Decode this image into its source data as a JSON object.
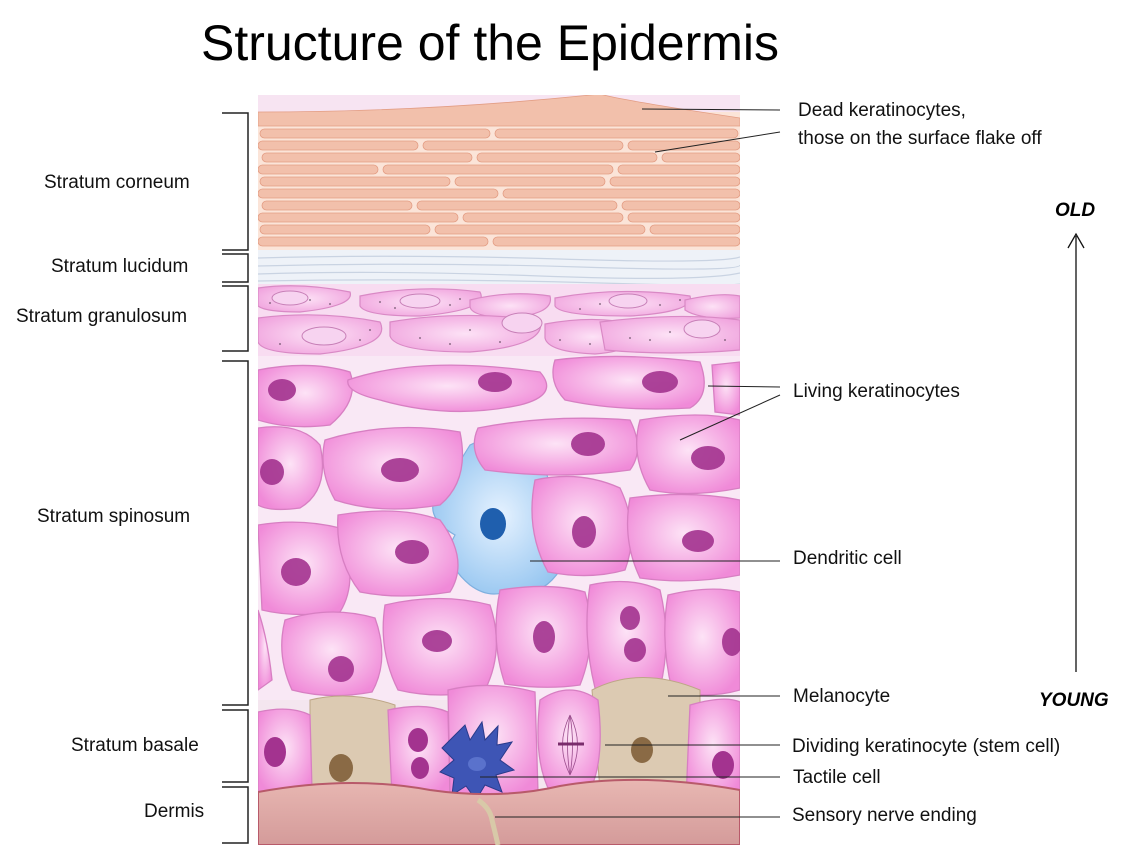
{
  "title": "Structure of the Epidermis",
  "layers": [
    {
      "label": "Stratum corneum"
    },
    {
      "label": "Stratum lucidum"
    },
    {
      "label": "Stratum granulosum"
    },
    {
      "label": "Stratum spinosum"
    },
    {
      "label": "Stratum basale"
    },
    {
      "label": "Dermis"
    }
  ],
  "callouts": {
    "dead_line1": "Dead keratinocytes,",
    "dead_line2": "those on the surface flake off",
    "living": "Living keratinocytes",
    "dendritic": "Dendritic cell",
    "melanocyte": "Melanocyte",
    "dividing": "Dividing keratinocyte (stem cell)",
    "tactile": "Tactile cell",
    "sensory": "Sensory nerve ending"
  },
  "axis": {
    "top": "OLD",
    "bottom": "YOUNG"
  },
  "colors": {
    "corneum": "#f2c7b3",
    "lucidum": "#e6ecf4",
    "granulosum": "#f3b8e6",
    "spinosum": "#f4a8e8",
    "nucleus": "#a3338f",
    "dendritic": "#a6cdf0",
    "melanocyte": "#d9c4a8",
    "dermis": "#d9a0a0",
    "tactile": "#3a4fb0"
  }
}
